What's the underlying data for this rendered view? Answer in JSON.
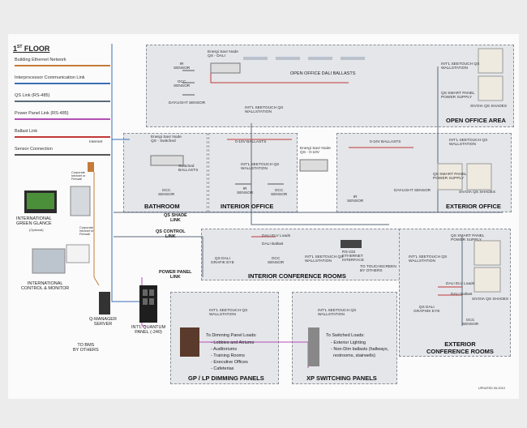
{
  "legend": {
    "title": "1ST FLOOR",
    "title_main": "1",
    "title_sup": "ST",
    "title_rest": " FLOOR",
    "items": [
      {
        "label": "Building Ethernet Network",
        "color": "#c47b3a"
      },
      {
        "label": "Interprocessor Communication Link",
        "color": "#3a6fb4"
      },
      {
        "label": "QS Link (RS-485)",
        "color": "#5a6a7a"
      },
      {
        "label": "Power Panel Link (RS-485)",
        "color": "#b34fb5"
      },
      {
        "label": "Ballast Link",
        "color": "#c23838"
      },
      {
        "label": "Sensor Connection",
        "color": "#555555"
      }
    ]
  },
  "left": {
    "internet": "Internet",
    "router_note": "Corporate Intranet or Firewall",
    "green_glance": "INTERNATIONAL\nGREEN GLANCE",
    "green_glance_opt": "(Optional)",
    "pc_note": "Corporate Intranet or Firewall",
    "control": "INTERNATIONAL\nCONTROL & MONITOR",
    "server": "Q-MANAGER\nSERVER",
    "panel": "INT'L QUANTUM\nPANEL (-240)",
    "bms": "TO BMS\nBY OTHERS",
    "qs_shade_link": "QS SHADE\nLINK",
    "qs_control_link": "QS CONTROL\nLINK",
    "power_panel_link": "POWER PANEL\nLINK"
  },
  "open_office": {
    "name": "OPEN OFFICE AREA",
    "node": "Energi Savr Node\nQS - DALI",
    "ir": "IR\nSENSOR",
    "occ": "OCC\nSENSOR",
    "daylight": "DAYLIGHT SENSOR",
    "ballasts": "OPEN OFFICE DALI BALLASTS",
    "wallstation": "INT'L SEETOUCH QS\nWALLSTATION",
    "wallstation2": "INT'L SEETOUCH QS\nWALLSTATION",
    "power_supply": "QS SMART PANEL\nPOWER SUPPLY",
    "shades": "SIVOIA QS SHADES"
  },
  "bathroom": {
    "name": "BATHROOM",
    "node": "Energi Savr Node\nQS - Switched",
    "ballasts": "Switched\nBALLASTS",
    "occ": "OCC\nSENSOR"
  },
  "interior_office": {
    "name": "INTERIOR OFFICE",
    "ballasts": "0-10V BALLASTS",
    "wallstation": "INT'L SEETOUCH QS\nWALLSTATION",
    "ir": "IR\nSENSOR",
    "occ": "OCC\nSENSOR",
    "node": "Energi Savr Node\nQS - 0-10V"
  },
  "exterior_office": {
    "name": "EXTERIOR  OFFICE",
    "ballasts": "0-10V BALLASTS",
    "wallstation": "INT'L SEETOUCH QS\nWALLSTATION",
    "power_supply": "QS SMART PANEL\nPOWER SUPPLY",
    "shades": "SIVOIA QS SHADES",
    "ir": "IR\nSENSOR",
    "daylight": "DAYLIGHT SENSOR"
  },
  "interior_conf": {
    "name": "INTERIOR CONFERENCE ROOMS",
    "dali_loads": "DALI ELV Loads",
    "dali_ballast": "DALI Ballast",
    "grafik": "QS DALI\nGRAFIK EYE",
    "occ": "OCC\nSENSOR",
    "wallstation": "INT'L SEETOUCH QS\nWALLSTATION",
    "rs232": "RS-232\nETHERNET\nINTERFACE",
    "touchscreen": "TO TOUCHSCREEN\nBY OTHERS"
  },
  "exterior_conf": {
    "name": "EXTERIOR\nCONFERENCE ROOMS",
    "power_supply": "QS SMART PANEL\nPOWER SUPPLY",
    "wallstation": "INT'L SEETOUCH QS\nWALLSTATION",
    "dali_loads": "DALI ELV Loads",
    "dali_ballast": "DALI Ballast",
    "shades": "SIVOIA QS SHADES",
    "grafik": "QS DALI\nGRAPHIK EYE",
    "occ": "OCC\nSENSOR"
  },
  "gp_panels": {
    "name": "GP / LP DIMMING PANELS",
    "wallstation": "INT'L SEETOUCH QS\nWALLSTATION",
    "loads_title": "To Dimming Panel Loads:",
    "loads": [
      "- Lobbies and Atriums",
      "- Auditoriums",
      "- Training Rooms",
      "- Executive Offices",
      "- Cafeterias"
    ]
  },
  "xp_panels": {
    "name": "XP SWITCHING PANELS",
    "wallstation": "INT'L SEETOUCH QS\nWALLSTATION",
    "loads_title": "To Switched Loads:",
    "loads": [
      "- Exterior Lighting",
      "- Non-Dim ballasts (hallways,",
      "  restrooms, stairwells)"
    ]
  },
  "footer_note": "UPDATED 05-2010"
}
